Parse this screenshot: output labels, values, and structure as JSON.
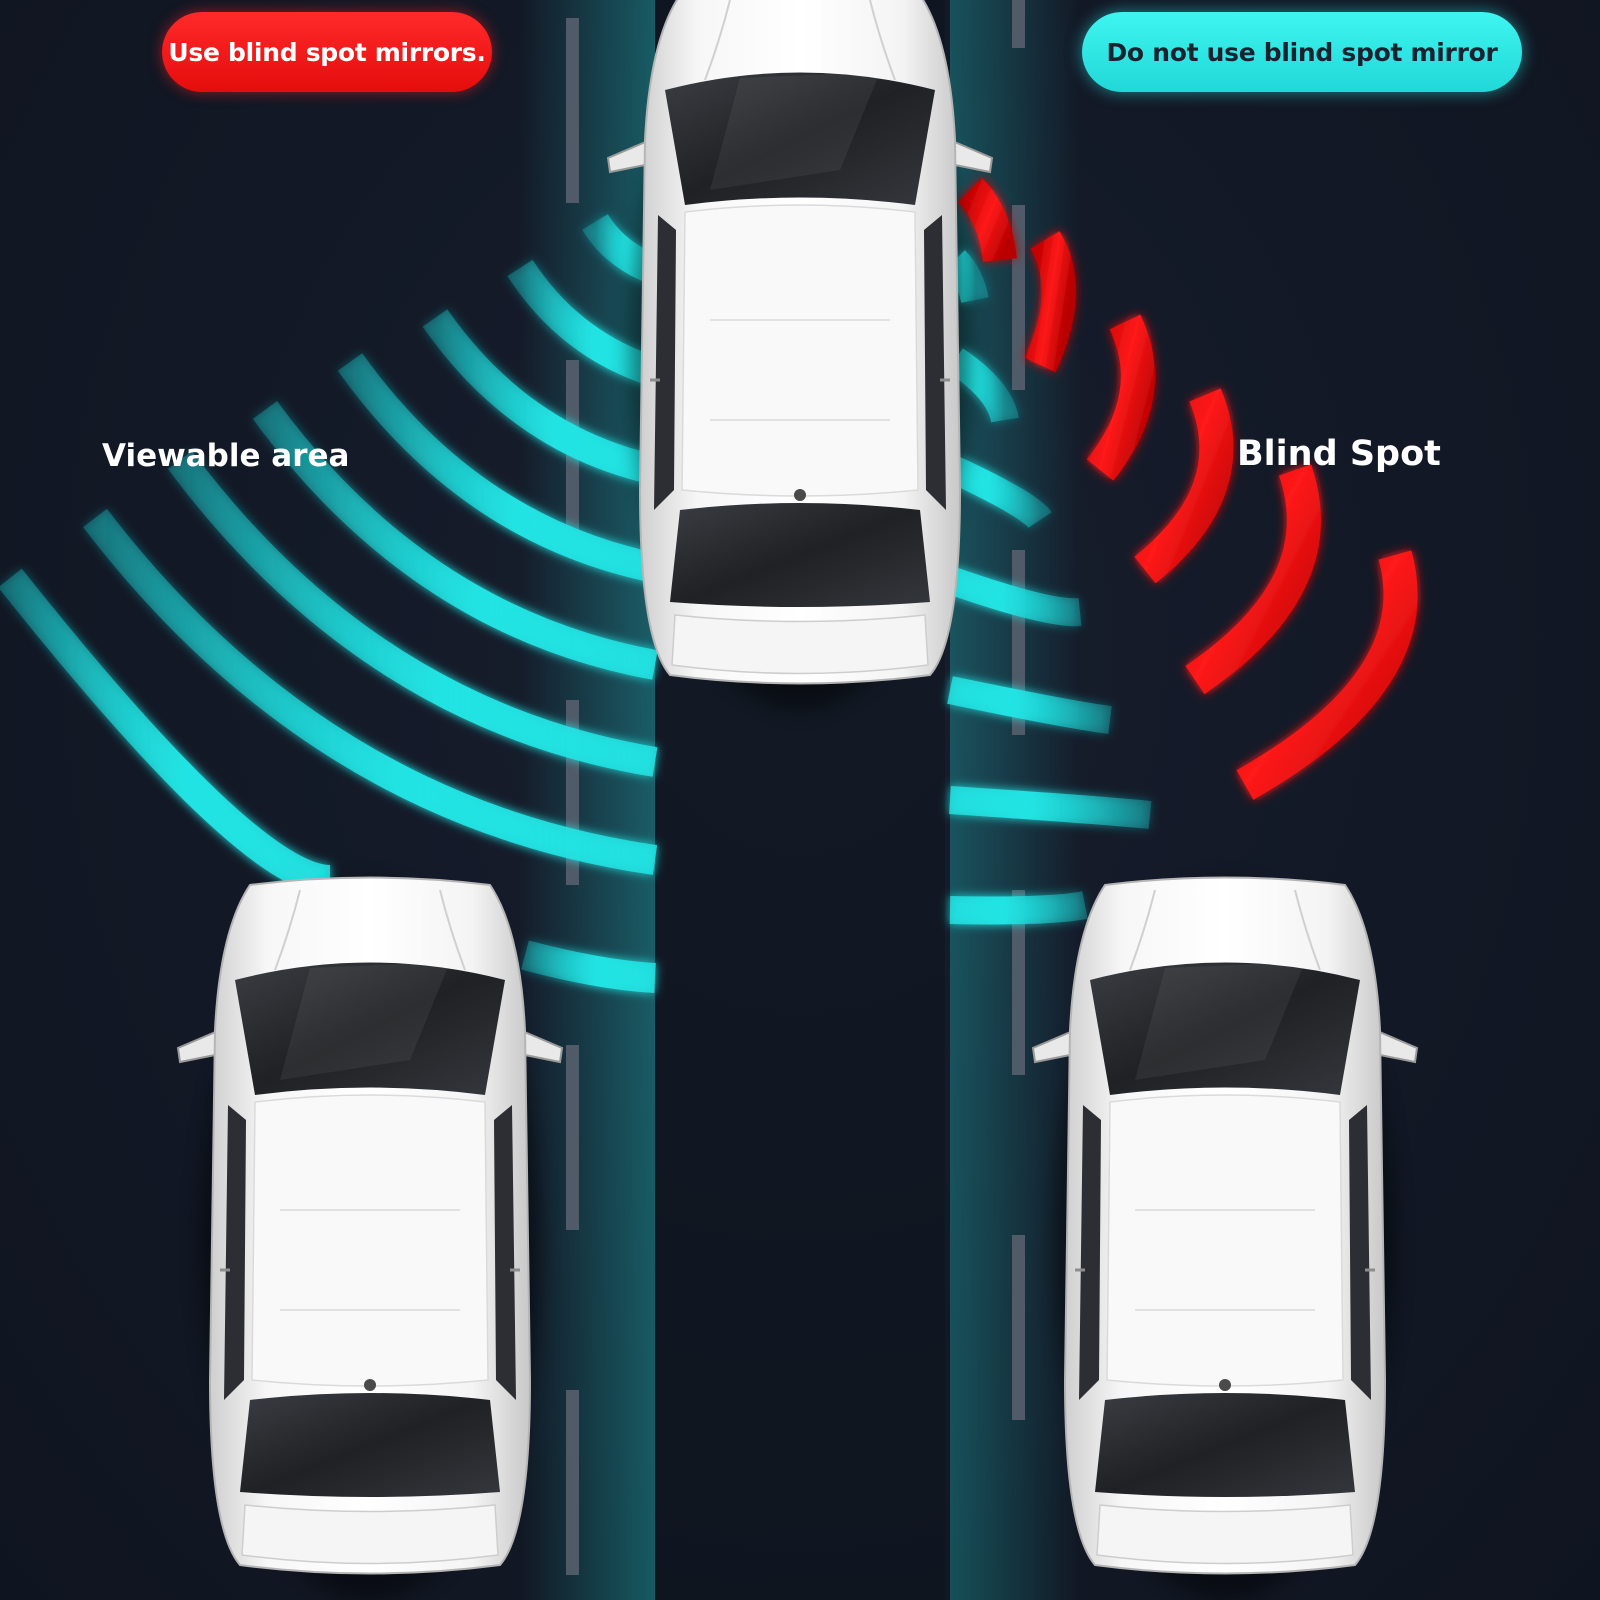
{
  "labels": {
    "use_mirrors": "Use blind spot mirrors.",
    "no_mirror": "Do not use blind spot mirror",
    "viewable_area": "Viewable area",
    "blind_spot": "Blind Spot"
  },
  "colors": {
    "road": "#131925",
    "visible_zone": "#22e3e3",
    "blind_zone": "#ff1a1a",
    "car_body": "#f2f2f2",
    "glass": "#2a2c30"
  }
}
